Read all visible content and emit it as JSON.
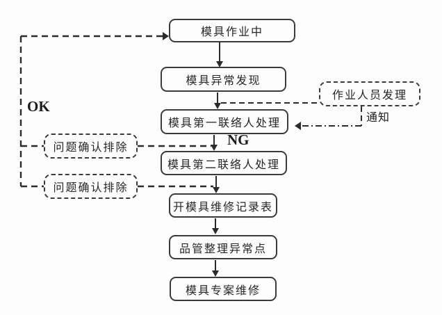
{
  "flow": {
    "nodes": [
      "模具作业中",
      "模具异常发现",
      "模具第一联络人处理",
      "模具第二联络人处理",
      "开模具维修记录表",
      "品管整理异常点",
      "模具专案维修"
    ],
    "dashed": {
      "operator": "作业人员发理",
      "problem1": "问题确认排除",
      "problem2": "问题确认排除"
    },
    "labels": {
      "ok": "OK",
      "ng": "NG",
      "notify": "通知"
    },
    "colors": {
      "line": "#2b2b2b",
      "box_border": "#3a3a3a",
      "background": "#fdfdfd",
      "text": "#262626"
    }
  }
}
